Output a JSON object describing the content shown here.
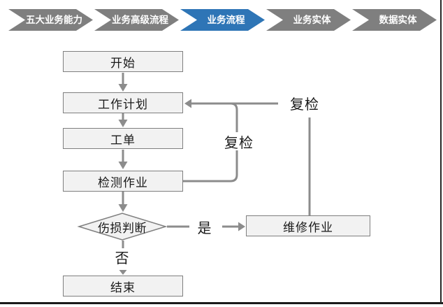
{
  "breadcrumb": {
    "items": [
      {
        "label": "五大业务能力",
        "active": false
      },
      {
        "label": "业务高级流程",
        "active": false
      },
      {
        "label": "业务流程",
        "active": true
      },
      {
        "label": "业务实体",
        "active": false
      },
      {
        "label": "数据实体",
        "active": false
      }
    ],
    "colors": {
      "active": "#2e75b6",
      "inactive": "#7f7f7f",
      "text": "#ffffff"
    }
  },
  "flowchart": {
    "nodes": {
      "start": "开始",
      "work_plan": "工作计划",
      "work_order": "工单",
      "inspection": "检测作业",
      "damage_decision": "伤损判断",
      "repair": "维修作业",
      "end": "结束"
    },
    "labels": {
      "yes": "是",
      "no": "否",
      "recheck_loop": "复检",
      "recheck_repair": "复检"
    },
    "colors": {
      "node_fill": "#f2f2f2",
      "node_border": "#7f7f7f",
      "connector": "#8c8c8c",
      "text": "#1a1a1a"
    }
  }
}
